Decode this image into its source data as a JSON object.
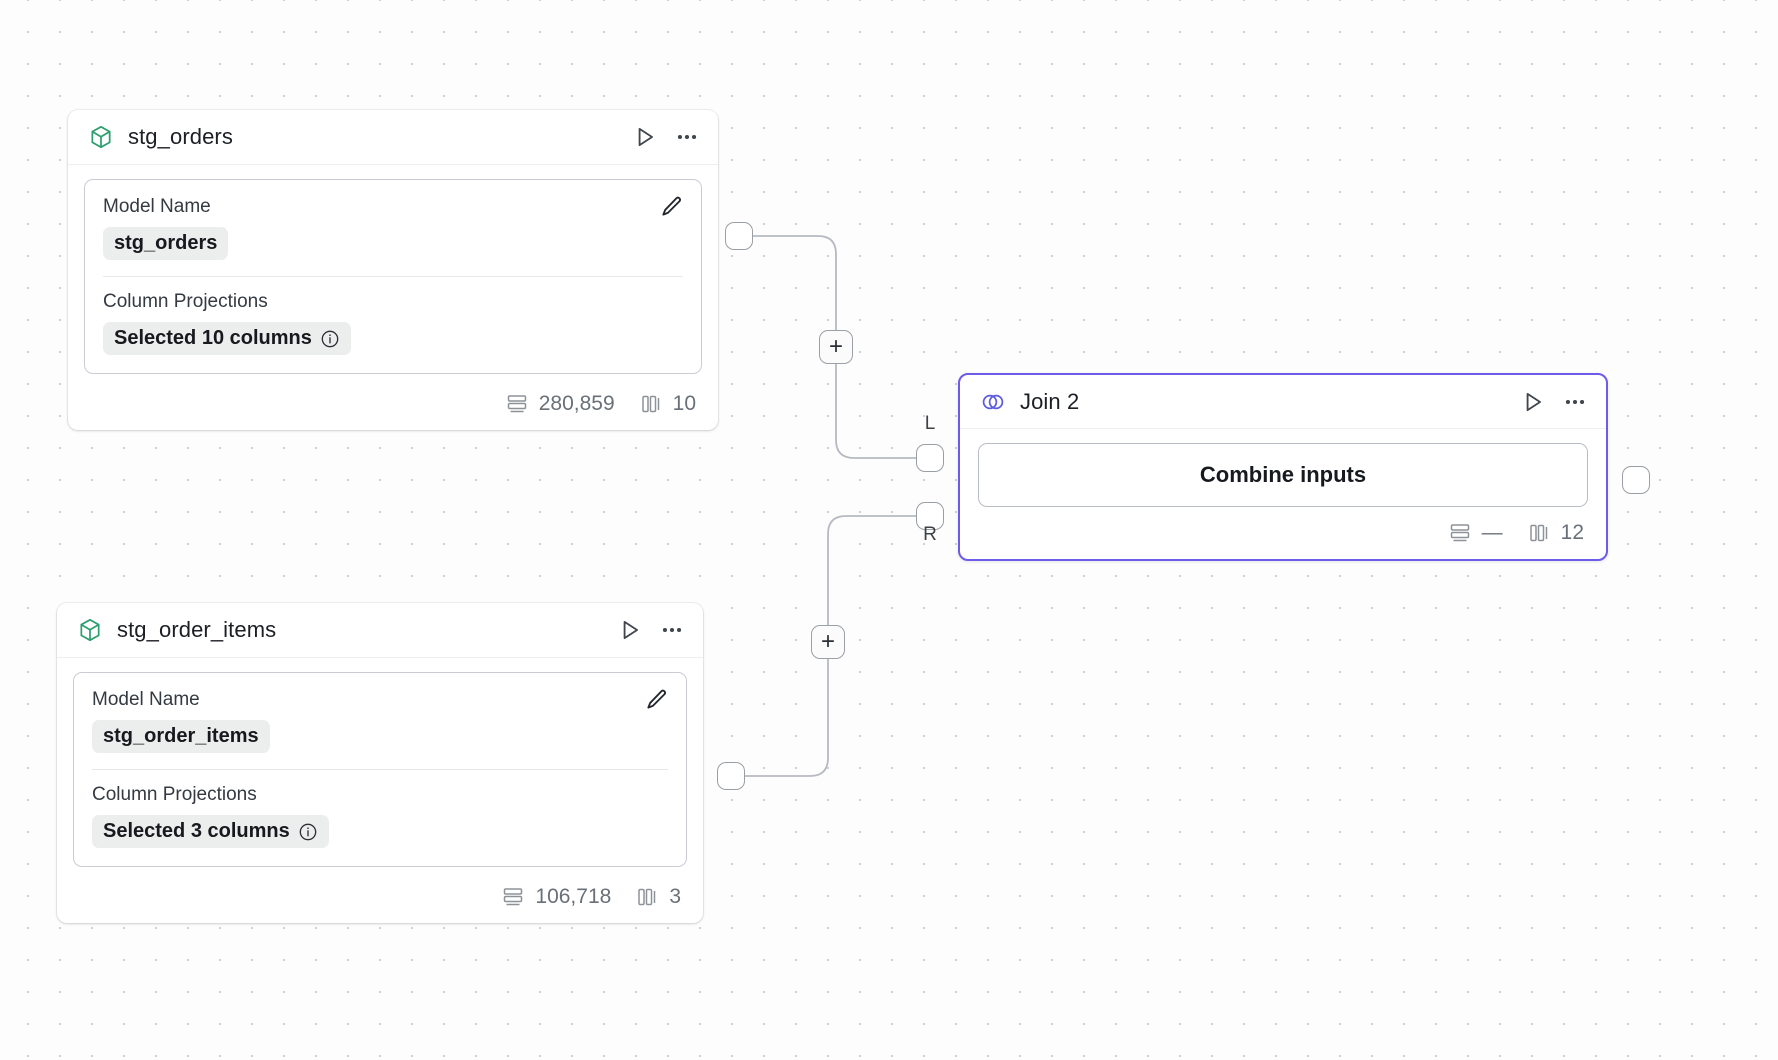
{
  "canvas": {
    "background_color": "#fdfdfd",
    "dot_color": "#cfcfcf",
    "accent_color": "#6c5ce7",
    "model_icon_color": "#2f9e6e"
  },
  "nodes": [
    {
      "id": "stg_orders",
      "type": "model",
      "icon": "cube-icon",
      "title": "stg_orders",
      "run_label": "▷",
      "menu_label": "•••",
      "fields": {
        "model_name_label": "Model Name",
        "model_name_value": "stg_orders",
        "column_projections_label": "Column Projections",
        "column_projections_value": "Selected 10 columns"
      },
      "footer": {
        "rows_icon": "rows-icon",
        "rows": "280,859",
        "columns_icon": "columns-icon",
        "columns": "10"
      }
    },
    {
      "id": "stg_order_items",
      "type": "model",
      "icon": "cube-icon",
      "title": "stg_order_items",
      "run_label": "▷",
      "menu_label": "•••",
      "fields": {
        "model_name_label": "Model Name",
        "model_name_value": "stg_order_items",
        "column_projections_label": "Column Projections",
        "column_projections_value": "Selected 3 columns"
      },
      "footer": {
        "rows_icon": "rows-icon",
        "rows": "106,718",
        "columns_icon": "columns-icon",
        "columns": "3"
      }
    },
    {
      "id": "join_2",
      "type": "join",
      "icon": "join-icon",
      "title": "Join 2",
      "selected": true,
      "run_label": "▷",
      "menu_label": "•••",
      "action_button_label": "Combine inputs",
      "input_port_labels": [
        "L",
        "R"
      ],
      "footer": {
        "rows_icon": "rows-icon",
        "rows": "—",
        "columns_icon": "columns-icon",
        "columns": "12"
      }
    }
  ],
  "edges": [
    {
      "from": "stg_orders",
      "to": "join_2.L",
      "add_button_label": "+"
    },
    {
      "from": "stg_order_items",
      "to": "join_2.R",
      "add_button_label": "+"
    }
  ]
}
